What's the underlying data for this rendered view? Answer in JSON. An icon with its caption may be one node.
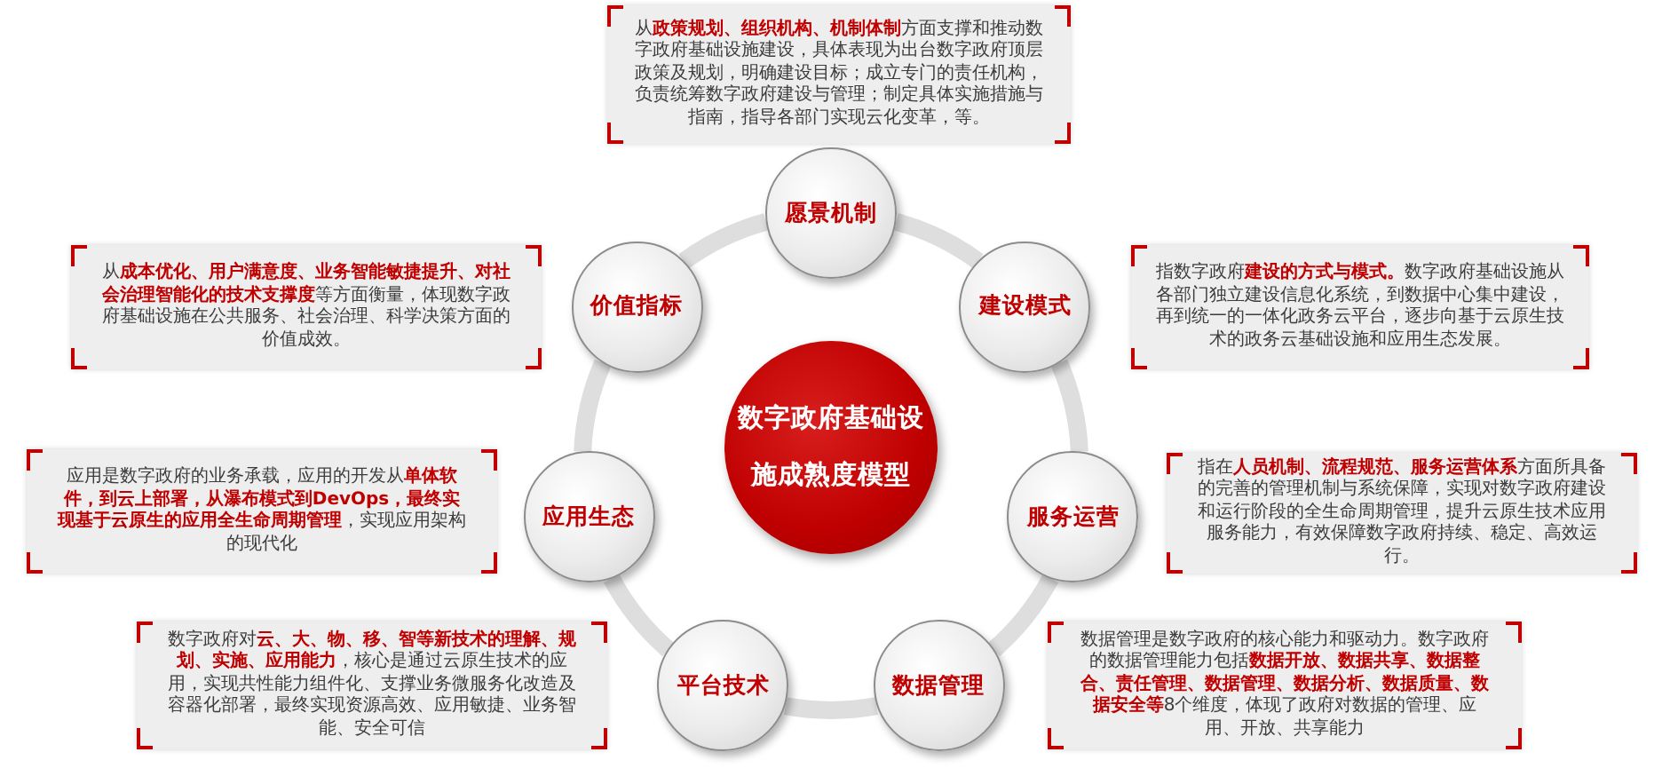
{
  "diagram": {
    "nodes": [
      {
        "text": [
          "数字政府基础设施成熟度模型"
        ]
      },
      {
        "text": [
          "愿景机制"
        ]
      },
      {
        "text": [
          "从**政策规划、组织机构、机制体制**方面支撑和推动数字政府基础设施建设，具体表现为出台数字政府顶层政策及规划，明确建设目标；成立专门的责任机构，负责统筹数字政府建设与管理；制定具体实施措施与指南，指导各部门实现云化变革，等。"
        ]
      },
      {
        "text": [
          "建设模式"
        ]
      },
      {
        "text": [
          "指数字政府**建设的方式与模式。**数字政府基础设施从各部门独立建设信息化系统，到数据中心集中建设，再到统一的一体化政务云平台，逐步向基于云原生技术的政务云基础设施和应用生态发展。"
        ]
      },
      {
        "text": [
          "服务运营"
        ]
      },
      {
        "text": [
          "指在**人员机制、流程规范、服务运营体系**方面所具备的完善的管理机制与系统保障，实现对数字政府建设和运行阶段的全生命周期管理，提升云原生技术应用服务能力，有效保障数字政府持续、稳定、高效运行。"
        ]
      },
      {
        "text": [
          "数据管理"
        ]
      },
      {
        "text": [
          "数据管理是数字政府的核心能力和驱动力。数字政府的数据管理能力包括**数据开放、数据共享、数据整合、责任管理、数据管理、数据分析、数据质量、数据安全等**8个维度，体现了政府对数据的管理、应用、开放、共享能力"
        ]
      },
      {
        "text": [
          "平台技术"
        ]
      },
      {
        "text": [
          "数字政府对**云、大、物、移、智等新技术的理解、规划、实施、应用能力**，核心是通过云原生技术的应用，实现共性能力组件化、支撑业务微服务化改造及容器化部署，最终实现资源高效、应用敏捷、业务智能、安全可信"
        ]
      },
      {
        "text": [
          "应用生态"
        ]
      },
      {
        "text": [
          "应用是数字政府的业务承载，应用的开发从**单体软件，到云上部署，从瀑布模式到DevOps，最终实现基于云原生的应用全生命周期管理**，实现应用架构的现代化"
        ]
      },
      {
        "text": [
          "价值指标"
        ]
      },
      {
        "text": [
          "从**成本优化、用户满意度、业务智能敏捷提升、对社会治理智能化的技术支撑度**等方面衡量，体现数字政府基础设施在公共服务、社会治理、科学决策方面的价值成效。"
        ]
      }
    ],
    "edges": [
      {
        "from": 1,
        "to": 3,
        "arrow": "none"
      },
      {
        "from": 3,
        "to": 5,
        "arrow": "none"
      },
      {
        "from": 5,
        "to": 7,
        "arrow": "none"
      },
      {
        "from": 7,
        "to": 9,
        "arrow": "none"
      },
      {
        "from": 9,
        "to": 11,
        "arrow": "none"
      },
      {
        "from": 11,
        "to": 13,
        "arrow": "none"
      },
      {
        "from": 13,
        "to": 1,
        "arrow": "none"
      }
    ]
  }
}
